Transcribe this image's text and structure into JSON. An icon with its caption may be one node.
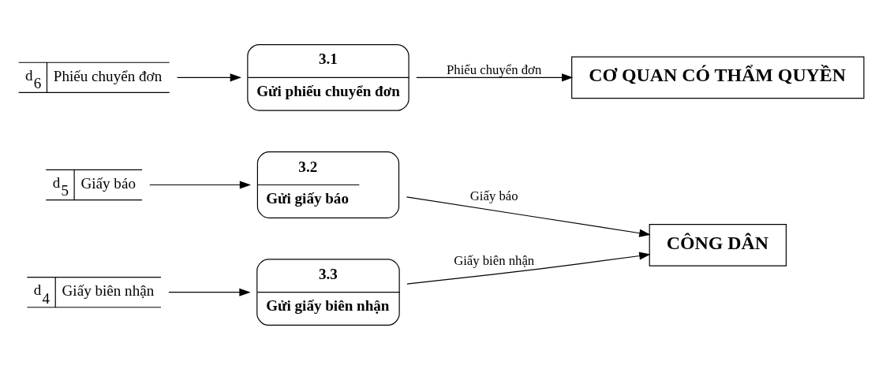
{
  "diagram": {
    "nodes": [
      {
        "text": [
          "CÔNG DÂN"
        ]
      },
      {
        "text": [
          "3.1",
          "Gửi phiếu chuyển đơn"
        ]
      },
      {
        "text": [
          "CƠ QUAN CÓ THẨM QUYỀN"
        ]
      },
      {
        "text": [
          "d$_{6}$",
          "Phiếu chuyển đơn"
        ]
      },
      {
        "text": [
          "3.2",
          "Gửi giấy báo"
        ]
      },
      {
        "text": [
          "3.3",
          "Gửi giấy biên nhận"
        ]
      },
      {
        "text": [
          "d$_{4}$",
          "Giấy biên nhận"
        ]
      },
      {
        "text": [
          "d$_{5}$",
          "Giấy báo"
        ]
      }
    ],
    "edges": [
      {
        "from": 1,
        "to": 2,
        "arrow": "to",
        "label": "Phiếu chuyển đơn"
      },
      {
        "from": 3,
        "to": 1,
        "arrow": "to"
      },
      {
        "from": 4,
        "to": 0,
        "arrow": "to",
        "label": "Giấy báo"
      },
      {
        "from": 5,
        "to": 0,
        "arrow": "to",
        "label": "Giấy biên nhận"
      },
      {
        "from": 6,
        "to": 5,
        "arrow": "to"
      },
      {
        "from": 7,
        "to": 4,
        "arrow": "to"
      }
    ]
  }
}
